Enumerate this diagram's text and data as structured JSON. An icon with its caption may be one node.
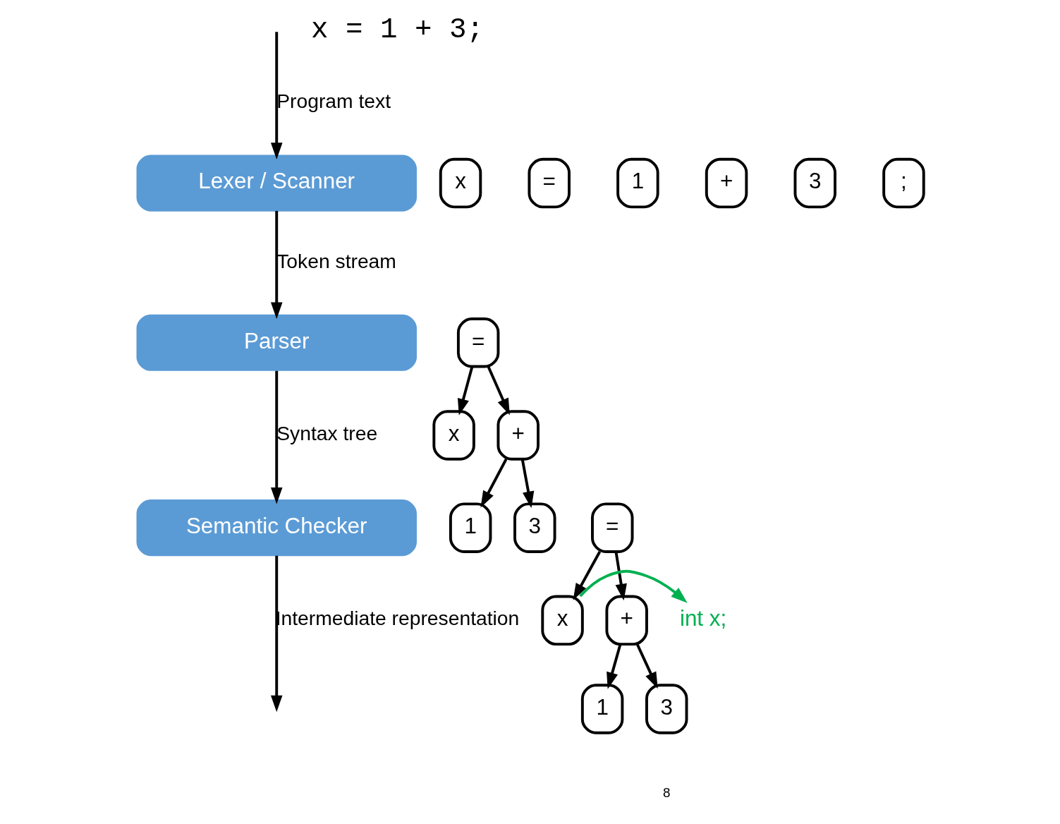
{
  "diagram": {
    "nodes": [
      {
        "text": [
          "Lexer / Scanner"
        ]
      },
      {
        "text": [
          "Parser"
        ]
      },
      {
        "text": [
          "Semantic Checker"
        ]
      },
      {
        "text": [
          "x"
        ]
      },
      {
        "text": [
          "="
        ]
      },
      {
        "text": [
          "1"
        ]
      },
      {
        "text": [
          "+"
        ]
      },
      {
        "text": [
          "3"
        ]
      },
      {
        "text": [
          ";"
        ]
      },
      {
        "text": [
          "="
        ]
      },
      {
        "text": [
          "x"
        ]
      },
      {
        "text": [
          "+"
        ]
      },
      {
        "text": [
          "1"
        ]
      },
      {
        "text": [
          "3"
        ]
      },
      {
        "text": [
          "="
        ]
      },
      {
        "text": [
          "x"
        ]
      },
      {
        "text": [
          "+"
        ]
      },
      {
        "text": [
          "1"
        ]
      },
      {
        "text": [
          "3"
        ]
      },
      {
        "text": [
          "int x;"
        ]
      }
    ],
    "edges": [
      {
        "from": null,
        "to": 0,
        "arrow": "to",
        "label": "Program text"
      },
      {
        "from": 0,
        "to": 1,
        "arrow": "to",
        "label": "Token stream"
      },
      {
        "from": 1,
        "to": 2,
        "arrow": "to",
        "label": "Syntax tree"
      },
      {
        "from": 2,
        "to": null,
        "arrow": "to",
        "label": "Intermediate representation"
      },
      {
        "from": 9,
        "to": 10,
        "arrow": "to"
      },
      {
        "from": 9,
        "to": 11,
        "arrow": "to"
      },
      {
        "from": 11,
        "to": 12,
        "arrow": "to"
      },
      {
        "from": 11,
        "to": 13,
        "arrow": "to"
      },
      {
        "from": 14,
        "to": 15,
        "arrow": "to"
      },
      {
        "from": 14,
        "to": 16,
        "arrow": "to"
      },
      {
        "from": 16,
        "to": 17,
        "arrow": "to"
      },
      {
        "from": 16,
        "to": 18,
        "arrow": "to"
      },
      {
        "from": 15,
        "to": 19,
        "arrow": "to",
        "color": "#00b050"
      }
    ],
    "labels": [
      "x = 1 + 3;",
      "8"
    ]
  }
}
